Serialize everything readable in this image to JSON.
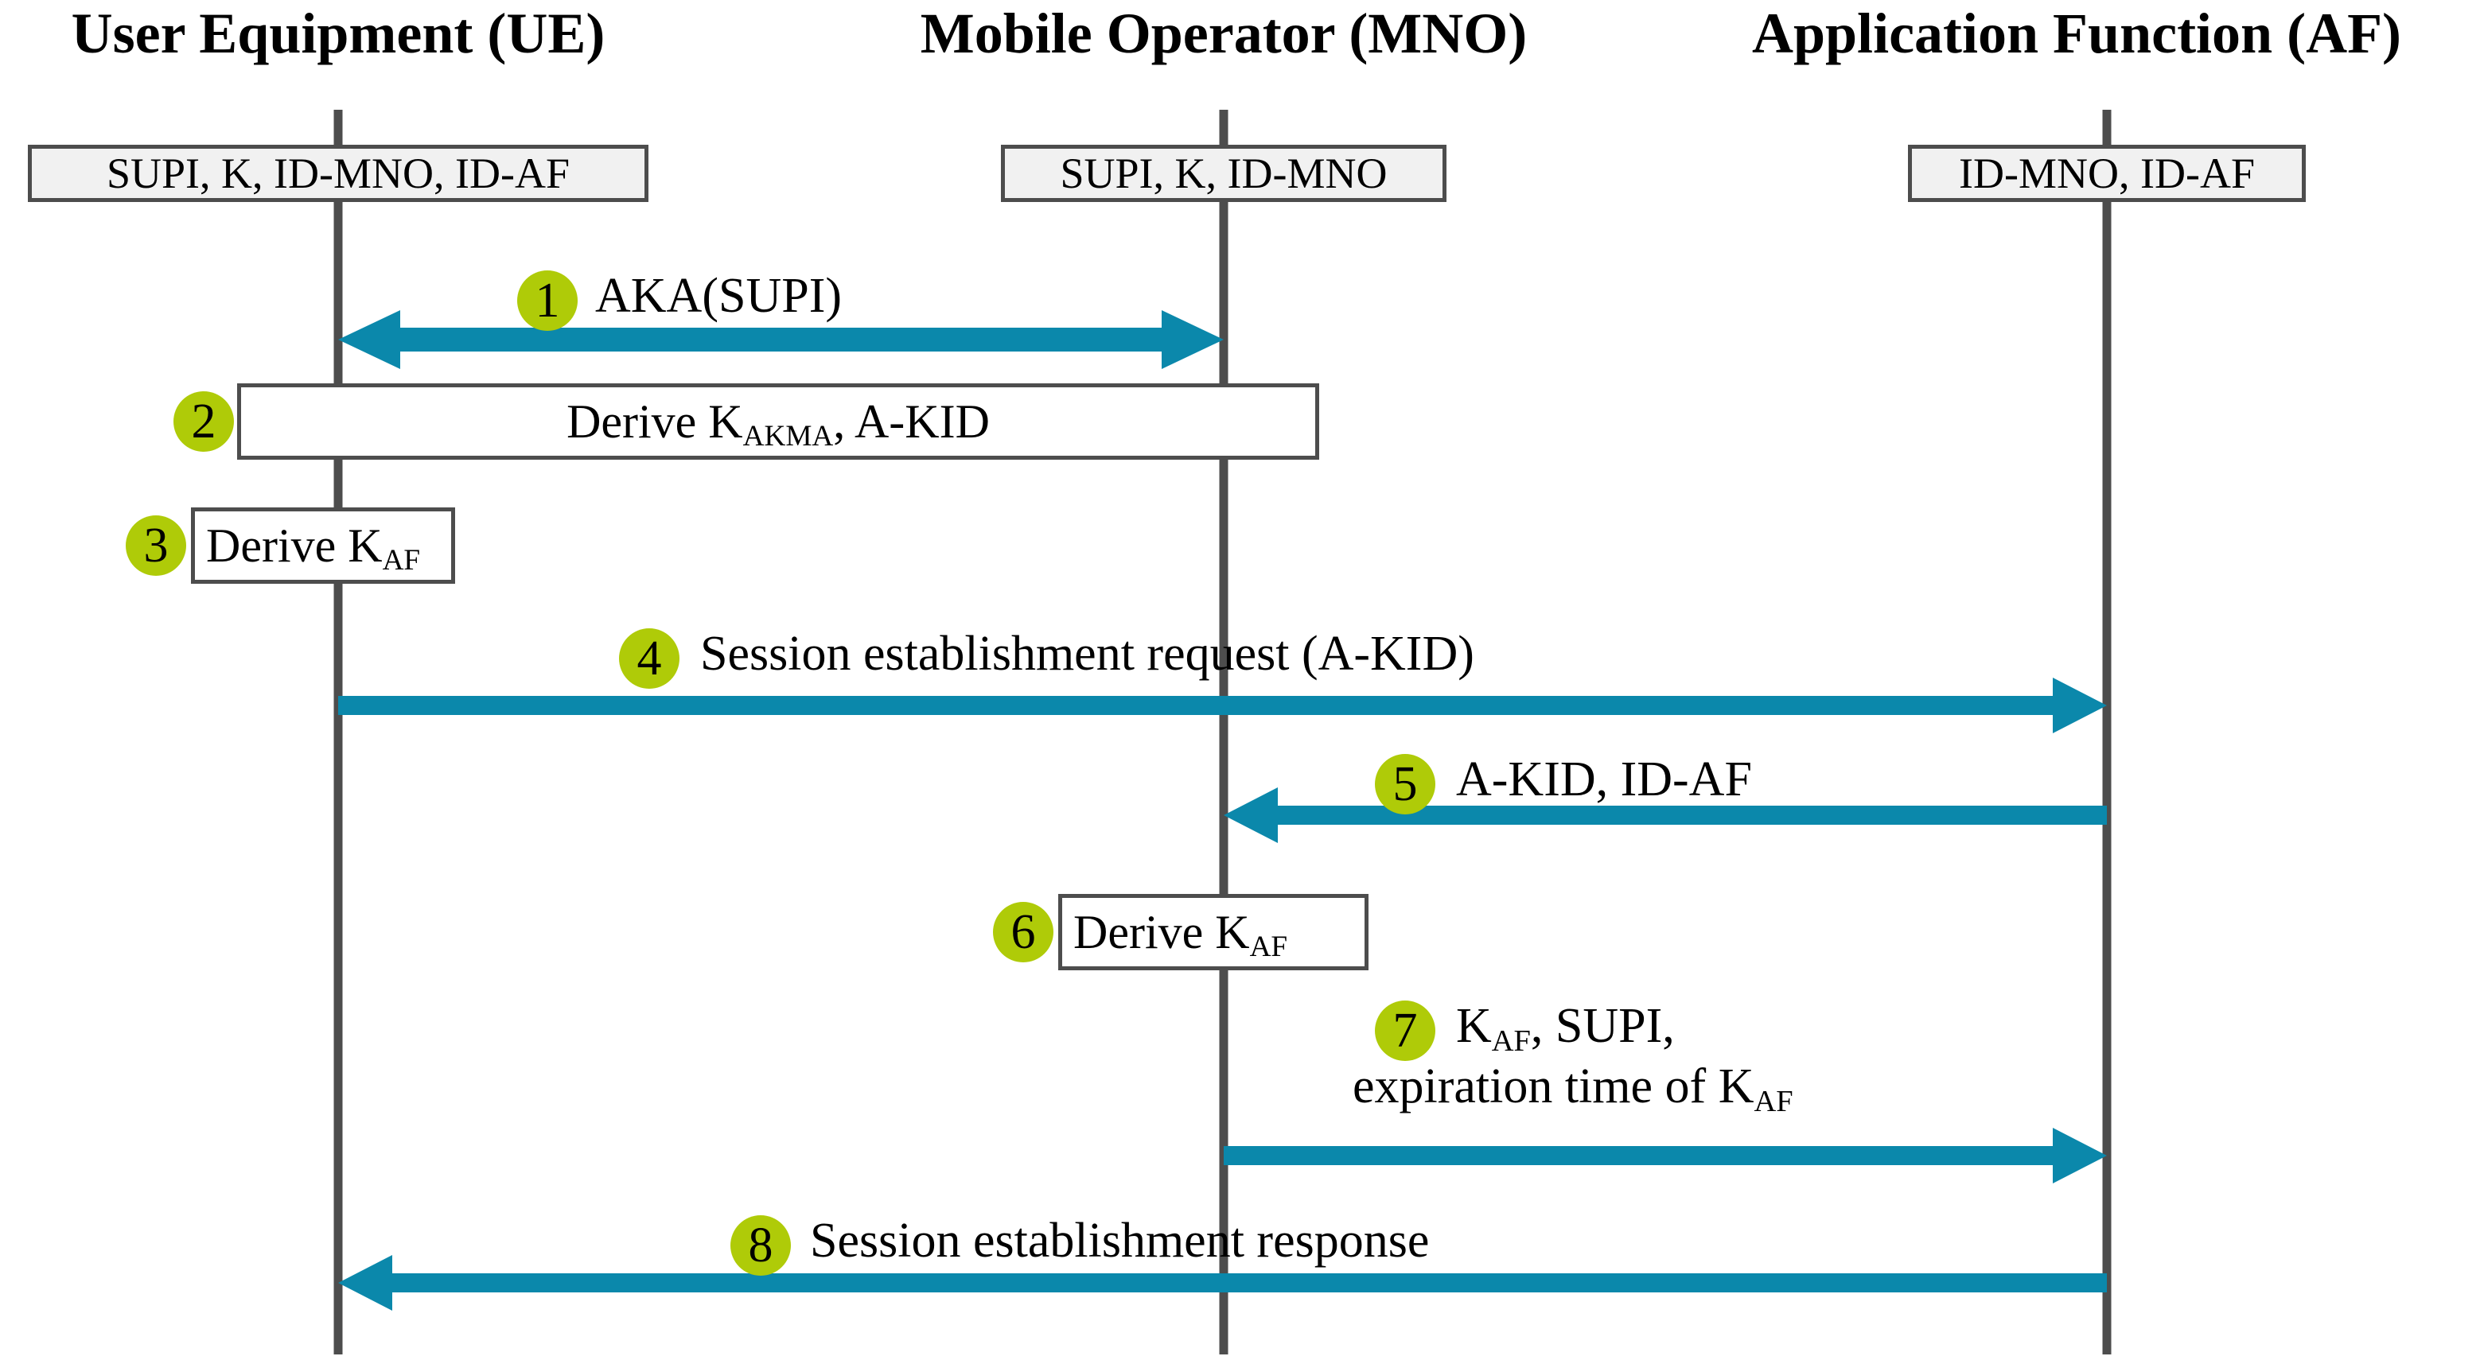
{
  "diagram": {
    "title": "AKMA session establishment sequence",
    "colors": {
      "arrow": "#0b88ab",
      "badge": "#afcb08",
      "lifeline": "#4d4d4d",
      "box_border": "#4d4d4d",
      "param_box_fill": "#f1f1f1",
      "proc_box_fill": "#ffffff",
      "text": "#000000",
      "background": "#ffffff"
    }
  },
  "actors": [
    {
      "id": "ue",
      "title": "User Equipment (UE)",
      "params": "SUPI, K, ID-MNO, ID-AF"
    },
    {
      "id": "mno",
      "title": "Mobile Operator (MNO)",
      "params": "SUPI, K, ID-MNO"
    },
    {
      "id": "af",
      "title": "Application Function (AF)",
      "params": "ID-MNO, ID-AF"
    }
  ],
  "steps": [
    {
      "number": "1",
      "kind": "message",
      "from": "ue",
      "to": "mno",
      "direction": "bidirectional",
      "label": "AKA(SUPI)"
    },
    {
      "number": "2",
      "kind": "process",
      "actor": "ue-to-mno",
      "label_pre": "Derive K",
      "label_sub": "AKMA",
      "label_post": ", A-KID"
    },
    {
      "number": "3",
      "kind": "process",
      "actor": "ue",
      "label_pre": "Derive K",
      "label_sub": "AF",
      "label_post": ""
    },
    {
      "number": "4",
      "kind": "message",
      "from": "ue",
      "to": "af",
      "direction": "right",
      "label": "Session establishment request (A-KID)"
    },
    {
      "number": "5",
      "kind": "message",
      "from": "af",
      "to": "mno",
      "direction": "left",
      "label": "A-KID, ID-AF"
    },
    {
      "number": "6",
      "kind": "process",
      "actor": "mno",
      "label_pre": "Derive K",
      "label_sub": "AF",
      "label_post": ""
    },
    {
      "number": "7",
      "kind": "message",
      "from": "mno",
      "to": "af",
      "direction": "right",
      "label_line1_pre": "K",
      "label_line1_sub": "AF",
      "label_line1_post": ", SUPI,",
      "label_line2_pre": "expiration time of K",
      "label_line2_sub": "AF",
      "label_line2_post": ""
    },
    {
      "number": "8",
      "kind": "message",
      "from": "af",
      "to": "ue",
      "direction": "left",
      "label": "Session establishment response"
    }
  ]
}
